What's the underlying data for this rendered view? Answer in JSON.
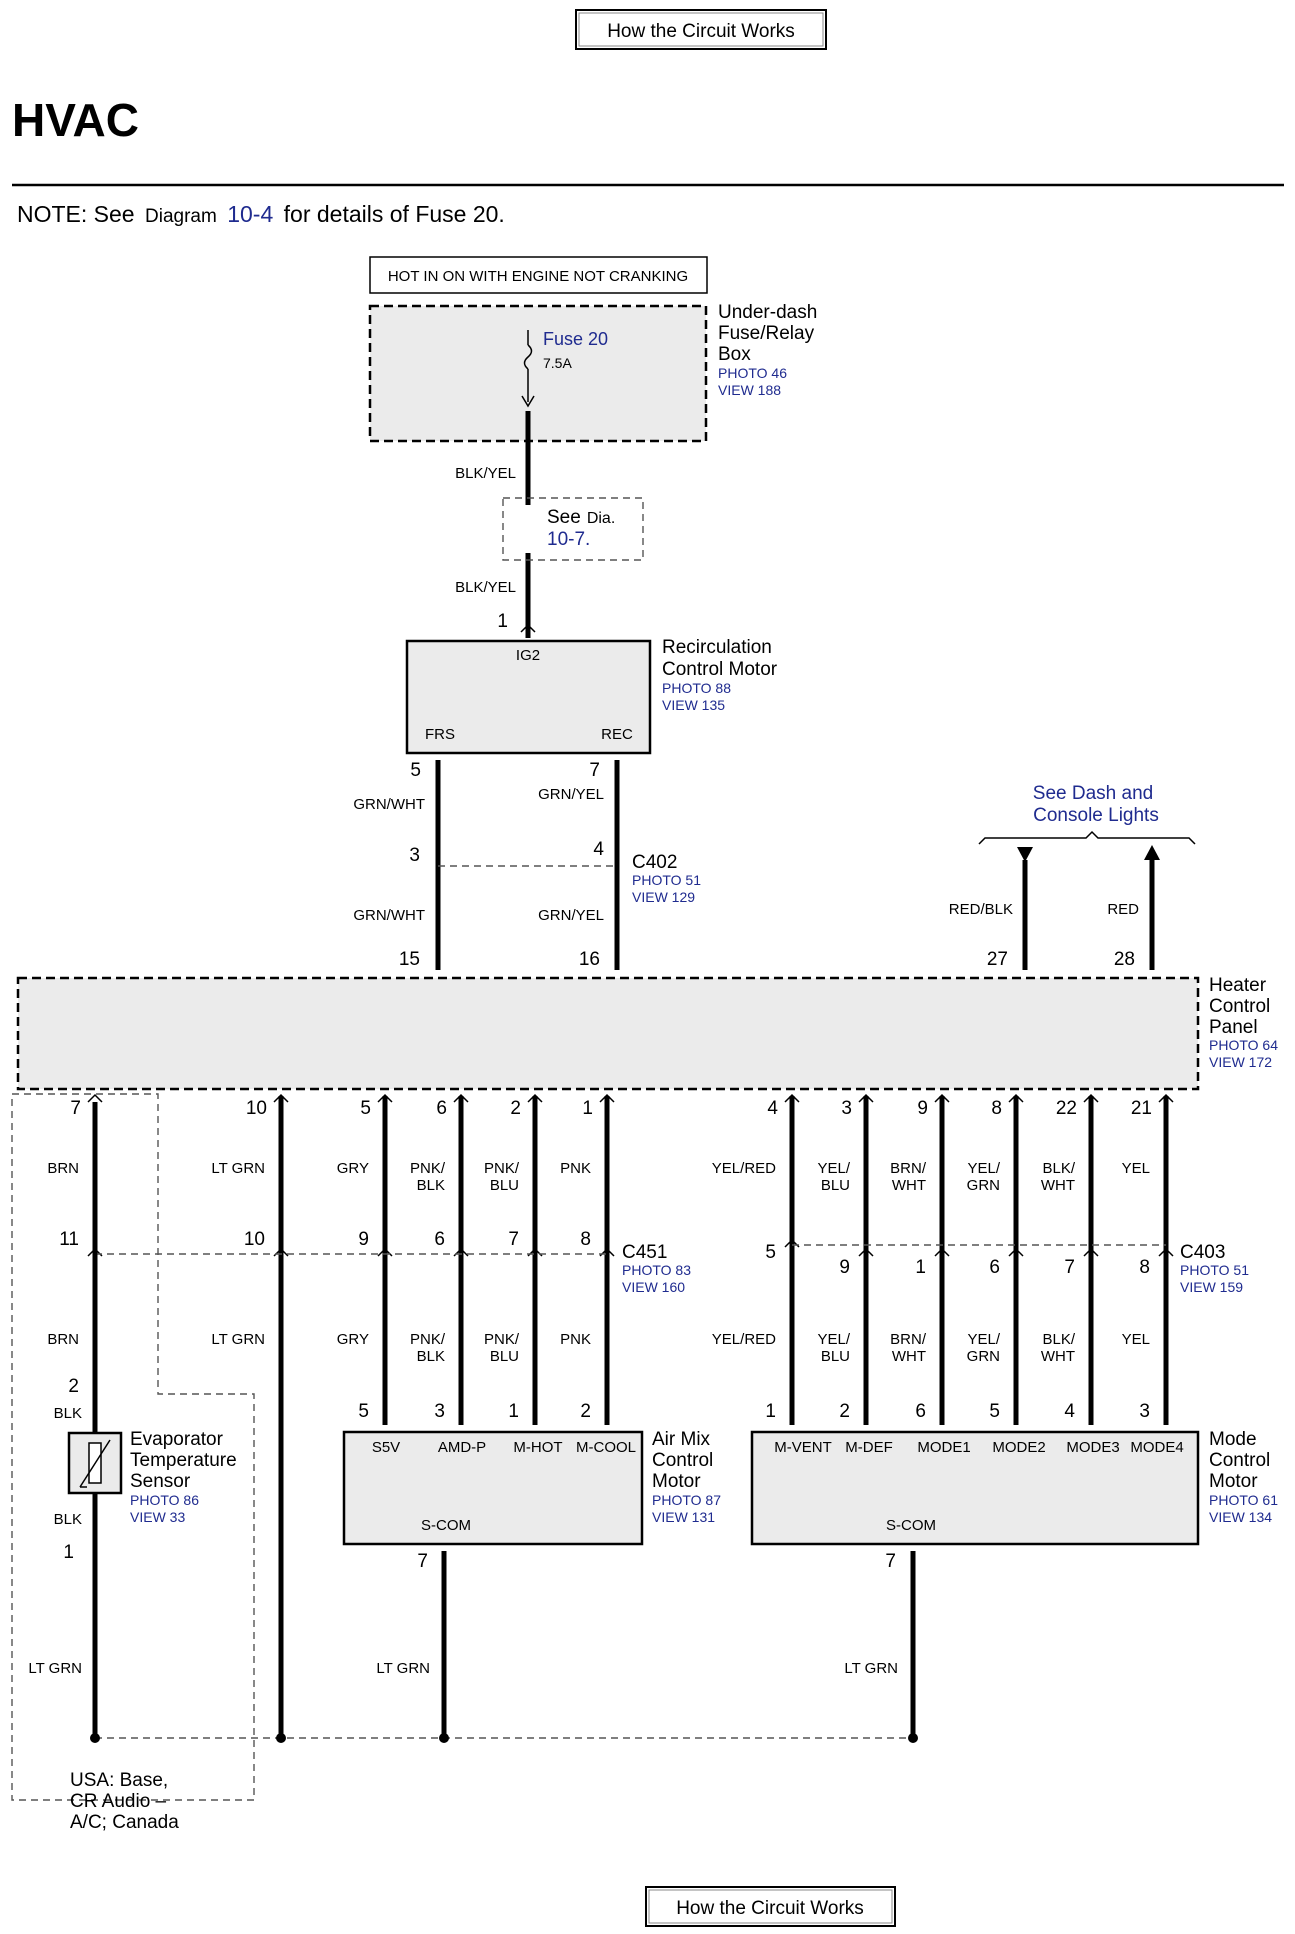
{
  "nav": {
    "top_button": "How the Circuit Works",
    "bottom_button": "How the Circuit Works"
  },
  "page": {
    "title": "HVAC",
    "note_prefix": "NOTE: See",
    "note_diagram": "Diagram",
    "note_link": "10-4",
    "note_suffix": "for details of Fuse 20."
  },
  "colors": {
    "link": "#1f2b8f",
    "component_fill": "#ebebeb"
  },
  "hot_label": "HOT IN ON WITH ENGINE NOT CRANKING",
  "fuse_box": {
    "name_lines": [
      "Under-dash",
      "Fuse/Relay",
      "Box"
    ],
    "photo": "PHOTO 46",
    "view": "VIEW 188",
    "fuse_name": "Fuse 20",
    "fuse_rating": "7.5A"
  },
  "see_dia": {
    "text": "See",
    "dia": "Dia.",
    "link": "10-7."
  },
  "wires": {
    "blk_yel_1": "BLK/YEL",
    "blk_yel_2": "BLK/YEL",
    "grn_wht_1": "GRN/WHT",
    "grn_yel_1": "GRN/YEL",
    "grn_wht_2": "GRN/WHT",
    "grn_yel_2": "GRN/YEL",
    "red_blk": "RED/BLK",
    "red": "RED"
  },
  "recirc_motor": {
    "name_lines": [
      "Recirculation",
      "Control Motor"
    ],
    "photo": "PHOTO 88",
    "view": "VIEW 135",
    "pin_in": "1",
    "ig2": "IG2",
    "frs": "FRS",
    "rec": "REC",
    "pin_frs": "5",
    "pin_rec": "7"
  },
  "c402": {
    "name": "C402",
    "photo": "PHOTO 51",
    "view": "VIEW 129",
    "pin_a": "3",
    "pin_b": "4"
  },
  "dash_lights": {
    "line1": "See Dash and",
    "line2": "Console Lights"
  },
  "heater_panel": {
    "name_lines": [
      "Heater",
      "Control",
      "Panel"
    ],
    "photo": "PHOTO 64",
    "view": "VIEW 172",
    "top_pins": [
      "15",
      "16",
      "27",
      "28"
    ],
    "bottom_pins": [
      "7",
      "10",
      "5",
      "6",
      "2",
      "1",
      "4",
      "3",
      "9",
      "8",
      "22",
      "21"
    ]
  },
  "upper_wire_colors": [
    "BRN",
    "LT GRN",
    "GRY",
    "PNK/\nBLK",
    "PNK/\nBLU",
    "PNK",
    "YEL/RED",
    "YEL/\nBLU",
    "BRN/\nWHT",
    "YEL/\nGRN",
    "BLK/\nWHT",
    "YEL"
  ],
  "lower_wire_colors": [
    "BRN",
    "LT GRN",
    "GRY",
    "PNK/\nBLK",
    "PNK/\nBLU",
    "PNK",
    "YEL/RED",
    "YEL/\nBLU",
    "BRN/\nWHT",
    "YEL/\nGRN",
    "BLK/\nWHT",
    "YEL"
  ],
  "c451": {
    "name": "C451",
    "photo": "PHOTO 83",
    "view": "VIEW 160",
    "pins": [
      "11",
      "10",
      "9",
      "6",
      "7",
      "8"
    ]
  },
  "c403": {
    "name": "C403",
    "photo": "PHOTO 51",
    "view": "VIEW 159",
    "pins": [
      "5",
      "9",
      "1",
      "6",
      "7",
      "8"
    ]
  },
  "evap_sensor": {
    "name_lines": [
      "Evaporator",
      "Temperature",
      "Sensor"
    ],
    "photo": "PHOTO 86",
    "view": "VIEW 33",
    "pin_top": "2",
    "pin_bottom": "1",
    "wire_top": "BLK",
    "wire_bottom": "BLK",
    "ground_wire": "LT GRN"
  },
  "air_mix_motor": {
    "name_lines": [
      "Air Mix",
      "Control",
      "Motor"
    ],
    "photo": "PHOTO 87",
    "view": "VIEW 131",
    "pins": [
      "5",
      "3",
      "1",
      "2"
    ],
    "terminals": [
      "S5V",
      "AMD-P",
      "M-HOT",
      "M-COOL"
    ],
    "com": "S-COM",
    "com_pin": "7",
    "ground_wire": "LT GRN"
  },
  "mode_motor": {
    "name_lines": [
      "Mode",
      "Control",
      "Motor"
    ],
    "photo": "PHOTO 61",
    "view": "VIEW 134",
    "pins": [
      "1",
      "2",
      "6",
      "5",
      "4",
      "3"
    ],
    "terminals": [
      "M-VENT",
      "M-DEF",
      "MODE1",
      "MODE2",
      "MODE3",
      "MODE4"
    ],
    "com": "S-COM",
    "com_pin": "7",
    "ground_wire": "LT GRN"
  },
  "variant_note": [
    "USA: Base,",
    "CR Audio –",
    "A/C; Canada"
  ]
}
